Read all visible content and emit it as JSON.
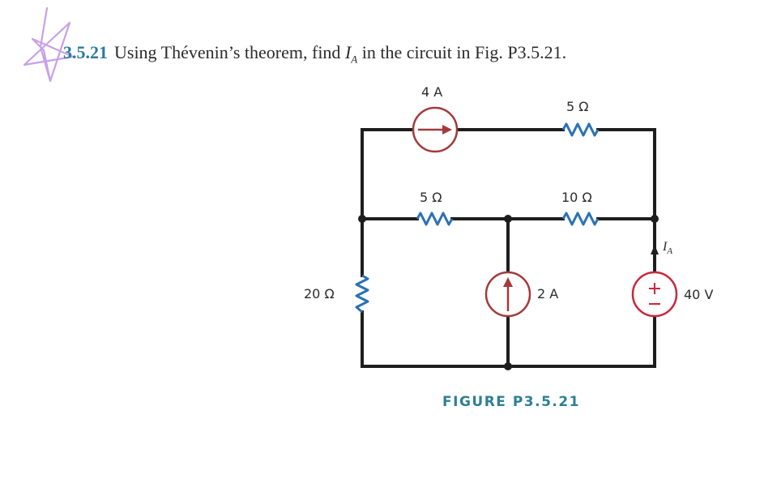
{
  "problem": {
    "number": "3.5.21",
    "text_before": "Using Thévenin’s theorem, find ",
    "variable": "I",
    "variable_sub": "A",
    "text_after": " in the circuit in Fig. P3.5.21."
  },
  "circuit": {
    "current_source_top": {
      "label": "4 A",
      "direction": "right"
    },
    "resistor_top": {
      "label": "5 Ω"
    },
    "resistor_middle_left": {
      "label": "5 Ω"
    },
    "resistor_middle_right": {
      "label": "10 Ω"
    },
    "resistor_left": {
      "label": "20 Ω"
    },
    "current_source_middle": {
      "label": "2 A",
      "direction": "up"
    },
    "voltage_source": {
      "label": "40 V",
      "plus": "+",
      "minus": "−"
    },
    "current_marker": {
      "symbol": "I",
      "sub": "A"
    }
  },
  "colors": {
    "wire": "#1e1e1e",
    "resistor": "#2a72b5",
    "source": "#a33a3a",
    "voltage_source": "#c8283c",
    "annotation": "#c9a0e8",
    "caption": "#2e7f93"
  },
  "caption": "FIGURE P3.5.21"
}
